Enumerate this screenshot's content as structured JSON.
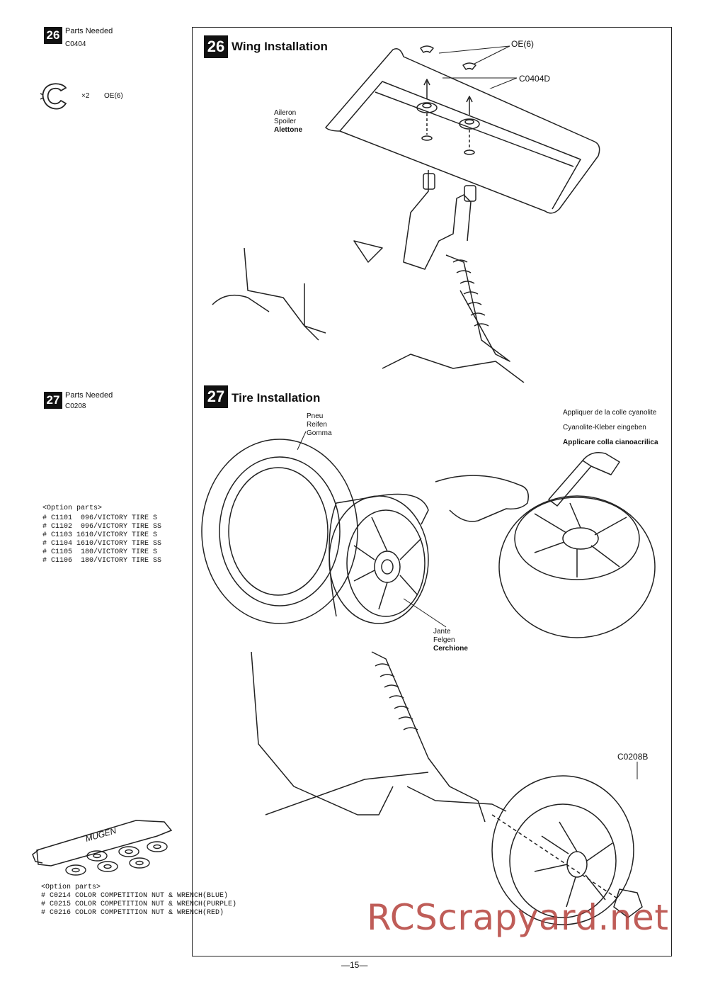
{
  "step26": {
    "number": "26",
    "parts_needed_label": "Parts Needed",
    "part_code": "C0404",
    "qty": "×2",
    "qty_part": "OE(6)",
    "title": "Wing Installation",
    "callouts": {
      "oe6": "OE(6)",
      "c0404d": "C0404D",
      "wing_en": "Aileron",
      "wing_de": "Spoiler",
      "wing_it": "Alettone"
    }
  },
  "step27": {
    "number": "27",
    "parts_needed_label": "Parts Needed",
    "part_code": "C0208",
    "title": "Tire Installation",
    "callouts": {
      "tire_fr": "Pneu",
      "tire_de": "Reifen",
      "tire_it": "Gomma",
      "rim_fr": "Jante",
      "rim_de": "Felgen",
      "rim_it": "Cerchione",
      "glue_fr": "Appliquer de la colle cyanolite",
      "glue_de": "Cyanolite-Kleber eingeben",
      "glue_it": "Applicare colla cianoacrilica",
      "c0208b": "C0208B"
    },
    "option_header": "<Option parts>",
    "options": [
      "# C1101  096/VICTORY TIRE S",
      "# C1102  096/VICTORY TIRE SS",
      "# C1103 1610/VICTORY TIRE S",
      "# C1104 1610/VICTORY TIRE SS",
      "# C1105  180/VICTORY TIRE S",
      "# C1106  180/VICTORY TIRE SS"
    ]
  },
  "wrench_options": {
    "brand": "MUGEN",
    "header": "<Option parts>",
    "items": [
      "# C0214 COLOR COMPETITION NUT & WRENCH(BLUE)",
      "# C0215 COLOR COMPETITION NUT & WRENCH(PURPLE)",
      "# C0216 COLOR COMPETITION NUT & WRENCH(RED)"
    ]
  },
  "page_number": "—15—",
  "watermark": "RCScrapyard.net"
}
